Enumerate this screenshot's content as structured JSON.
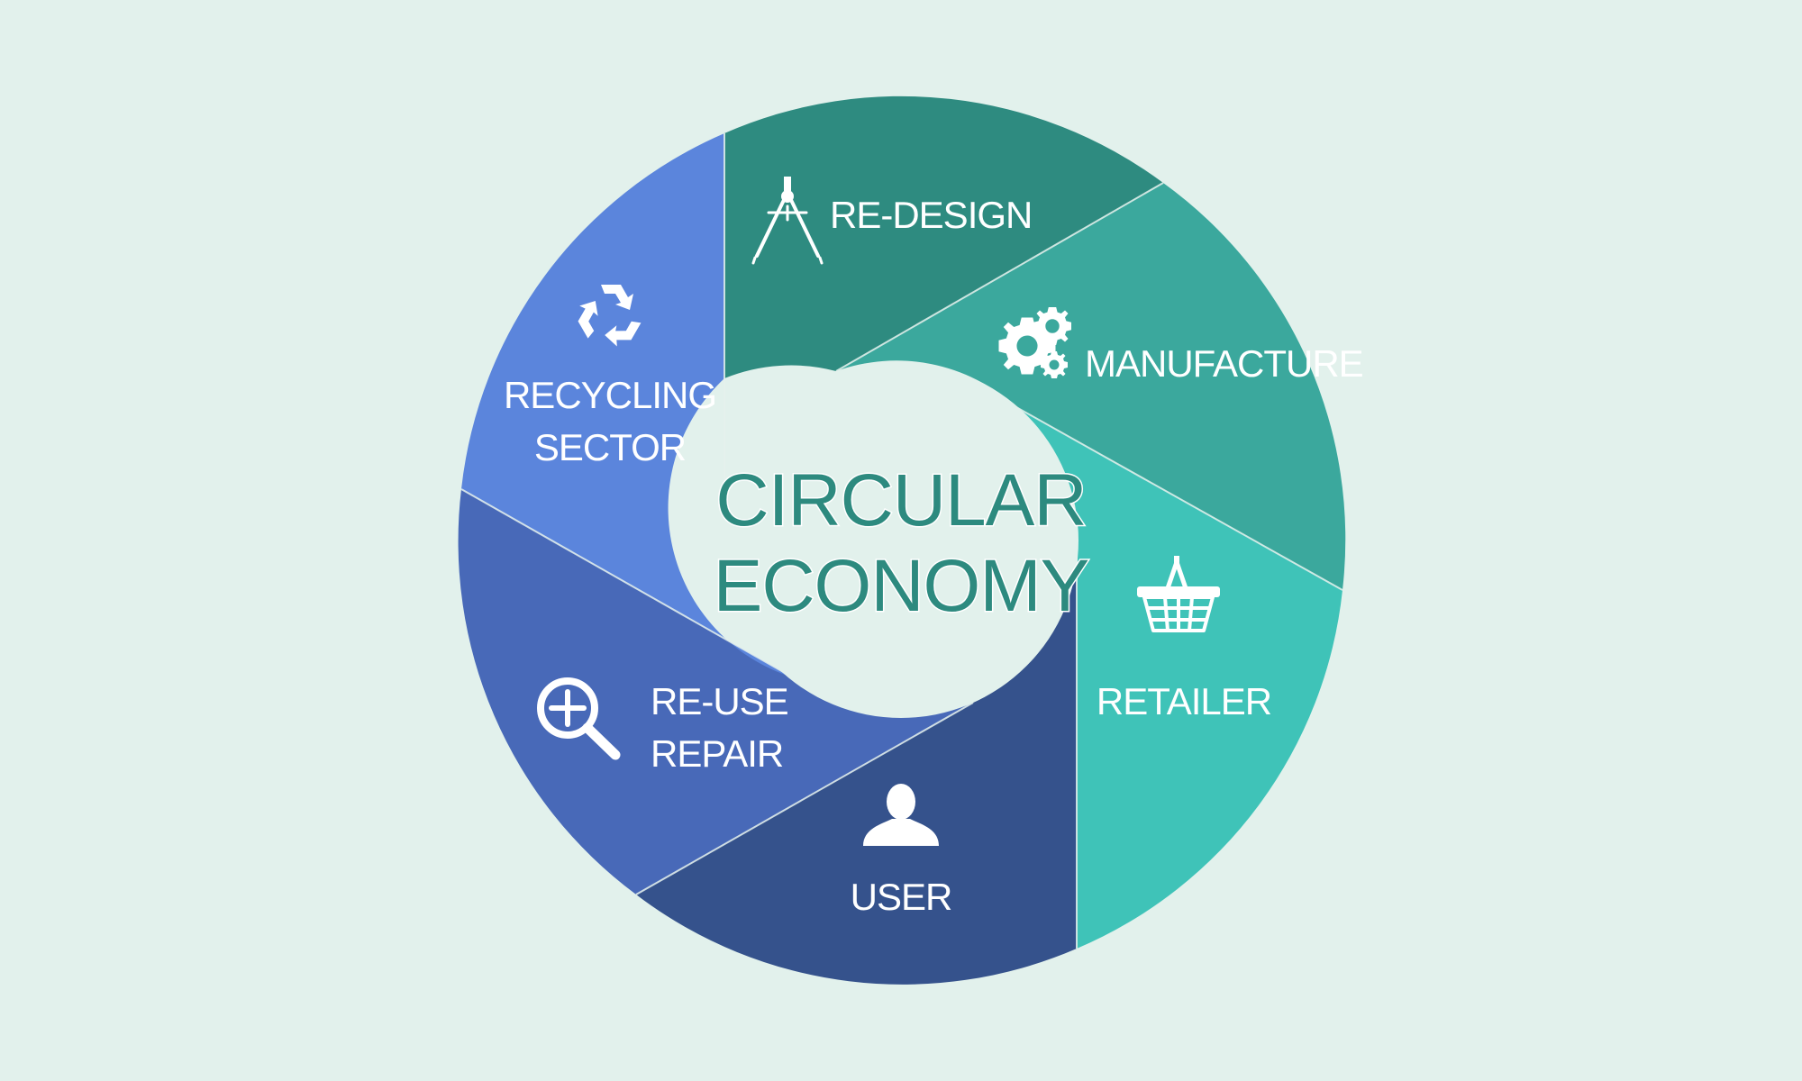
{
  "hub": {
    "line1": "CIRCULAR",
    "line2": "ECONOMY",
    "color": "#2d8a7f",
    "fill": "#e2f1ec"
  },
  "segments": [
    {
      "id": "redesign",
      "lines": [
        "RE-DESIGN"
      ],
      "icon": "compass-icon",
      "color": "#2e8b80"
    },
    {
      "id": "manufacture",
      "lines": [
        "MANUFACTURE"
      ],
      "icon": "gears-icon",
      "color": "#3ba89d"
    },
    {
      "id": "retailer",
      "lines": [
        "RETAILER"
      ],
      "icon": "basket-icon",
      "color": "#3fc3b8"
    },
    {
      "id": "user",
      "lines": [
        "USER"
      ],
      "icon": "user-icon",
      "color": "#35528c"
    },
    {
      "id": "reuse",
      "lines": [
        "RE-USE",
        "REPAIR"
      ],
      "icon": "magnifier-plus-icon",
      "color": "#4869b8"
    },
    {
      "id": "recycling",
      "lines": [
        "RECYCLING",
        "SECTOR"
      ],
      "icon": "recycle-icon",
      "color": "#5b85dc"
    }
  ],
  "colors": {
    "background": "#e2f1ec",
    "divider": "#e6f2ee"
  }
}
